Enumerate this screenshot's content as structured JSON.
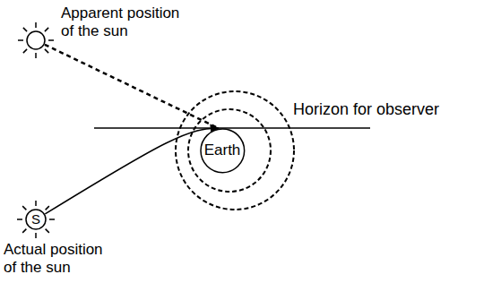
{
  "diagram": {
    "nodes": [
      {
        "text": [
          "Apparent position of the sun"
        ]
      },
      {
        "text": [
          "Earth"
        ]
      },
      {
        "text": [
          "S",
          "Actual position of the sun"
        ]
      }
    ],
    "edges": [
      {
        "from": 2,
        "to": 1,
        "arrow": "to"
      },
      {
        "from": 0,
        "to": 1,
        "arrow": "none"
      }
    ],
    "labels": [
      "Horizon for observer"
    ]
  }
}
